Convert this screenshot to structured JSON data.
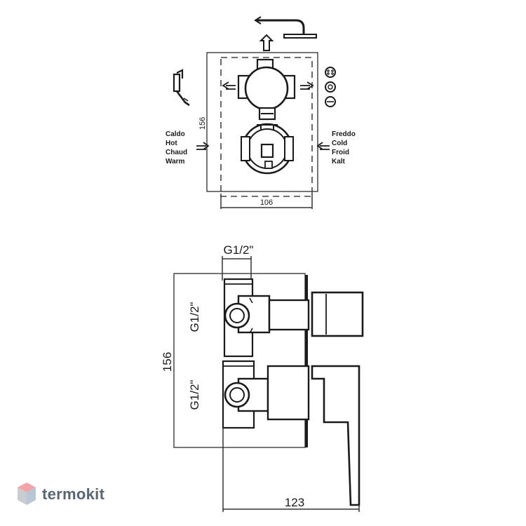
{
  "top_view": {
    "dim_height": "156",
    "dim_width": "106",
    "hot_labels": [
      "Caldo",
      "Hot",
      "Chaud",
      "Warm"
    ],
    "cold_labels": [
      "Freddo",
      "Cold",
      "Froid",
      "Kalt"
    ]
  },
  "side_view": {
    "thread_top": "G1/2\"",
    "thread_upper": "G1/2\"",
    "thread_lower": "G1/2\"",
    "dim_height": "156",
    "dim_depth": "123"
  },
  "brand": {
    "name": "termokit",
    "colors": {
      "top": "#f2a3a8",
      "left": "#c8cdd2",
      "right": "#b8c6d6"
    }
  }
}
